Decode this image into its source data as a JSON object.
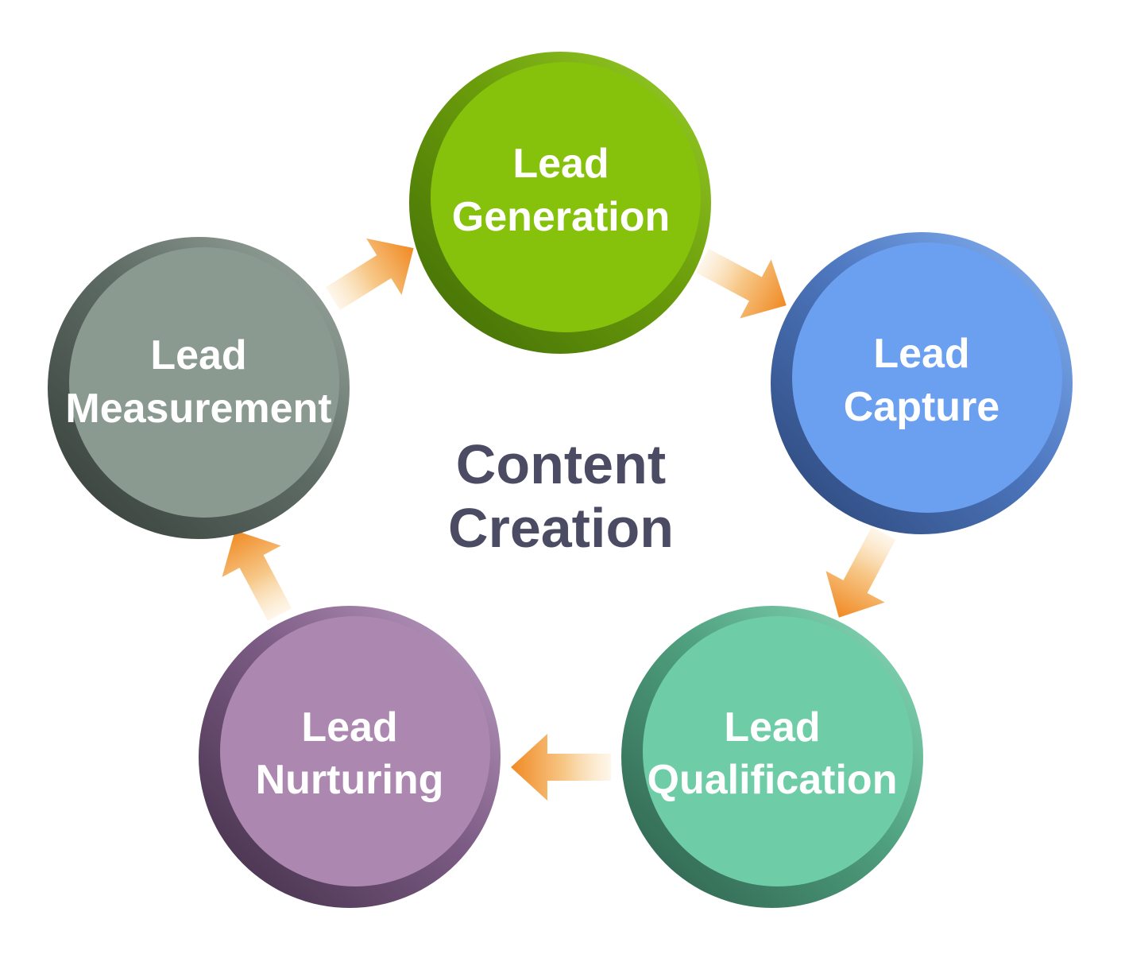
{
  "center": {
    "line1": "Content",
    "line2": "Creation",
    "color": "#4b4b63"
  },
  "nodes": [
    {
      "id": "generation",
      "line1": "Lead",
      "line2": "Generation",
      "color": "#86c20c"
    },
    {
      "id": "capture",
      "line1": "Lead",
      "line2": "Capture",
      "color": "#6b9ff0"
    },
    {
      "id": "qualification",
      "line1": "Lead",
      "line2": "Qualification",
      "color": "#6ecda7"
    },
    {
      "id": "nurturing",
      "line1": "Lead",
      "line2": "Nurturing",
      "color": "#ac88b1"
    },
    {
      "id": "measurement",
      "line1": "Lead",
      "line2": "Measurement",
      "color": "#8a9a91"
    }
  ],
  "arrow_color": "#f08a24"
}
